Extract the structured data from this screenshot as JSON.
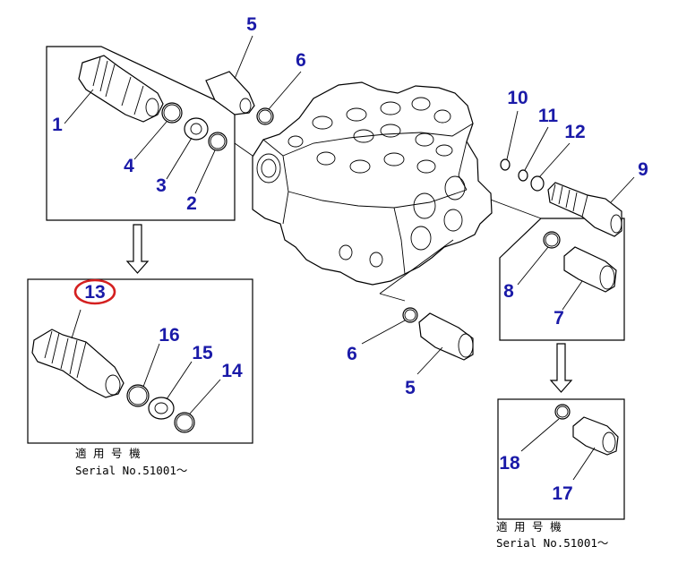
{
  "callouts": {
    "n1": "1",
    "n2": "2",
    "n3": "3",
    "n4": "4",
    "n5a": "5",
    "n5b": "5",
    "n6a": "6",
    "n6b": "6",
    "n7": "7",
    "n8": "8",
    "n9": "9",
    "n10": "10",
    "n11": "11",
    "n12": "12",
    "n13": "13",
    "n14": "14",
    "n15": "15",
    "n16": "16",
    "n17": "17",
    "n18": "18"
  },
  "notes": {
    "left_line1": "適 用 号 機",
    "left_line2": "Serial No.51001～",
    "right_line1": "適 用 号 機",
    "right_line2": "Serial No.51001～"
  },
  "colors": {
    "callout": "#1a1aa8",
    "highlight": "#d42020",
    "line": "#000000"
  }
}
